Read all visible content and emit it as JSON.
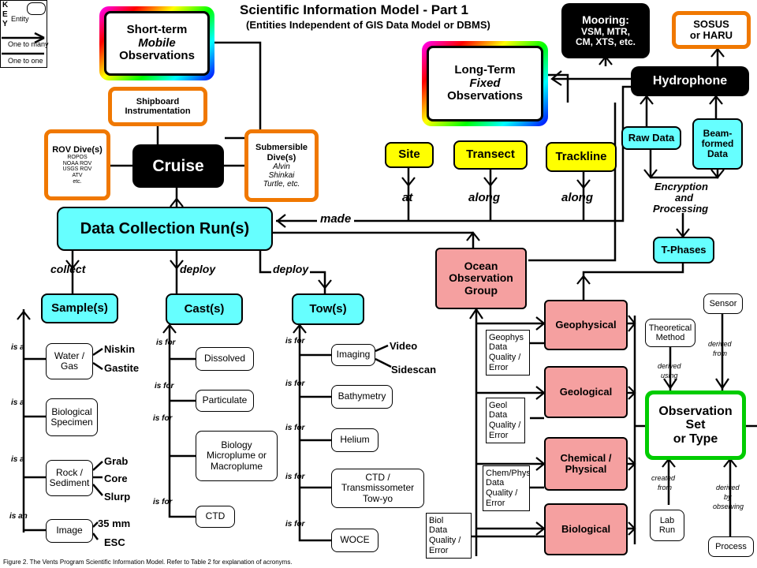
{
  "title": "Scientific Information Model - Part 1",
  "subtitle": "(Entities Independent of GIS Data Model or DBMS)",
  "key": {
    "letters": [
      "K",
      "E",
      "Y"
    ],
    "entity": "Entity",
    "one_to_many": "One to many",
    "one_to_one": "One to one"
  },
  "nodes": {
    "short_term": [
      "Short-term",
      "Mobile",
      "Observations"
    ],
    "shipboard": [
      "Shipboard",
      "Instrumentation"
    ],
    "rov": [
      "ROV Dive(s)",
      "ROPOS",
      "NOAA ROV",
      "USGS ROV",
      "ATV",
      "etc."
    ],
    "cruise": "Cruise",
    "submersible": [
      "Submersible",
      "Dive(s)",
      "Alvin",
      "Shinkai",
      "Turtle, etc."
    ],
    "mooring": [
      "Mooring:",
      "VSM, MTR,",
      "CM, XTS, etc."
    ],
    "sosus": [
      "SOSUS",
      "or HARU"
    ],
    "long_term": [
      "Long-Term",
      "Fixed",
      "Observations"
    ],
    "hydrophone": "Hydrophone",
    "raw_data": "Raw Data",
    "beamformed": [
      "Beam-",
      "formed",
      "Data"
    ],
    "encryption": [
      "Encryption",
      "and",
      "Processing"
    ],
    "t_phases": "T-Phases",
    "site": "Site",
    "transect": "Transect",
    "trackline": "Trackline",
    "data_collection": "Data Collection Run(s)",
    "ocean_obs": [
      "Ocean",
      "Observation",
      "Group"
    ],
    "sample": "Sample(s)",
    "cast": "Cast(s)",
    "tow": "Tow(s)",
    "water_gas": [
      "Water /",
      "Gas"
    ],
    "niskin": "Niskin",
    "gastite": "Gastite",
    "bio_specimen": [
      "Biological",
      "Specimen"
    ],
    "rock": [
      "Rock /",
      "Sediment"
    ],
    "grab": "Grab",
    "core": "Core",
    "slurp": "Slurp",
    "image": "Image",
    "mm35": "35 mm",
    "esc": "ESC",
    "dissolved": "Dissolved",
    "particulate": "Particulate",
    "biology_micro": [
      "Biology",
      "Microplume or",
      "Macroplume"
    ],
    "ctd": "CTD",
    "imaging": "Imaging",
    "video": "Video",
    "sidescan": "Sidescan",
    "bathymetry": "Bathymetry",
    "helium": "Helium",
    "ctd_tow": [
      "CTD /",
      "Transmissometer",
      "Tow-yo"
    ],
    "woce": "WOCE",
    "geophysical": "Geophysical",
    "geological": "Geological",
    "chemical": [
      "Chemical /",
      "Physical"
    ],
    "biological": "Biological",
    "geophys_dq": [
      "Geophys",
      "Data",
      "Quality /",
      "Error"
    ],
    "geol_dq": [
      "Geol",
      "Data",
      "Quality /",
      "Error"
    ],
    "chem_dq": [
      "Chem/Phys",
      "Data",
      "Quality /",
      "Error"
    ],
    "biol_dq": [
      "Biol",
      "Data",
      "Quality /",
      "Error"
    ],
    "theoretical": [
      "Theoretical",
      "Method"
    ],
    "sensor": "Sensor",
    "obs_set": [
      "Observation",
      "Set",
      "or Type"
    ],
    "lab_run": [
      "Lab",
      "Run"
    ],
    "process": "Process"
  },
  "relations": {
    "made": "made",
    "at": "at",
    "along1": "along",
    "along2": "along",
    "collect": "collect",
    "deploy1": "deploy",
    "deploy2": "deploy",
    "is_a": "is a",
    "is_an": "is an",
    "is_for": "is for",
    "derived_using": [
      "derived",
      "using"
    ],
    "derived_from": [
      "derived",
      "from"
    ],
    "created_from": [
      "created",
      "from"
    ],
    "derived_by_observing": [
      "derived",
      "by",
      "observing"
    ]
  },
  "caption": "Figure 2. The Vents Program Scientific Information Model. Refer to Table 2 for explanation of acronyms.",
  "colors": {
    "orange": "#f07800",
    "cyan": "#66ffff",
    "yellow": "#ffff00",
    "pink": "#f5a0a0",
    "green": "#00cc00"
  }
}
